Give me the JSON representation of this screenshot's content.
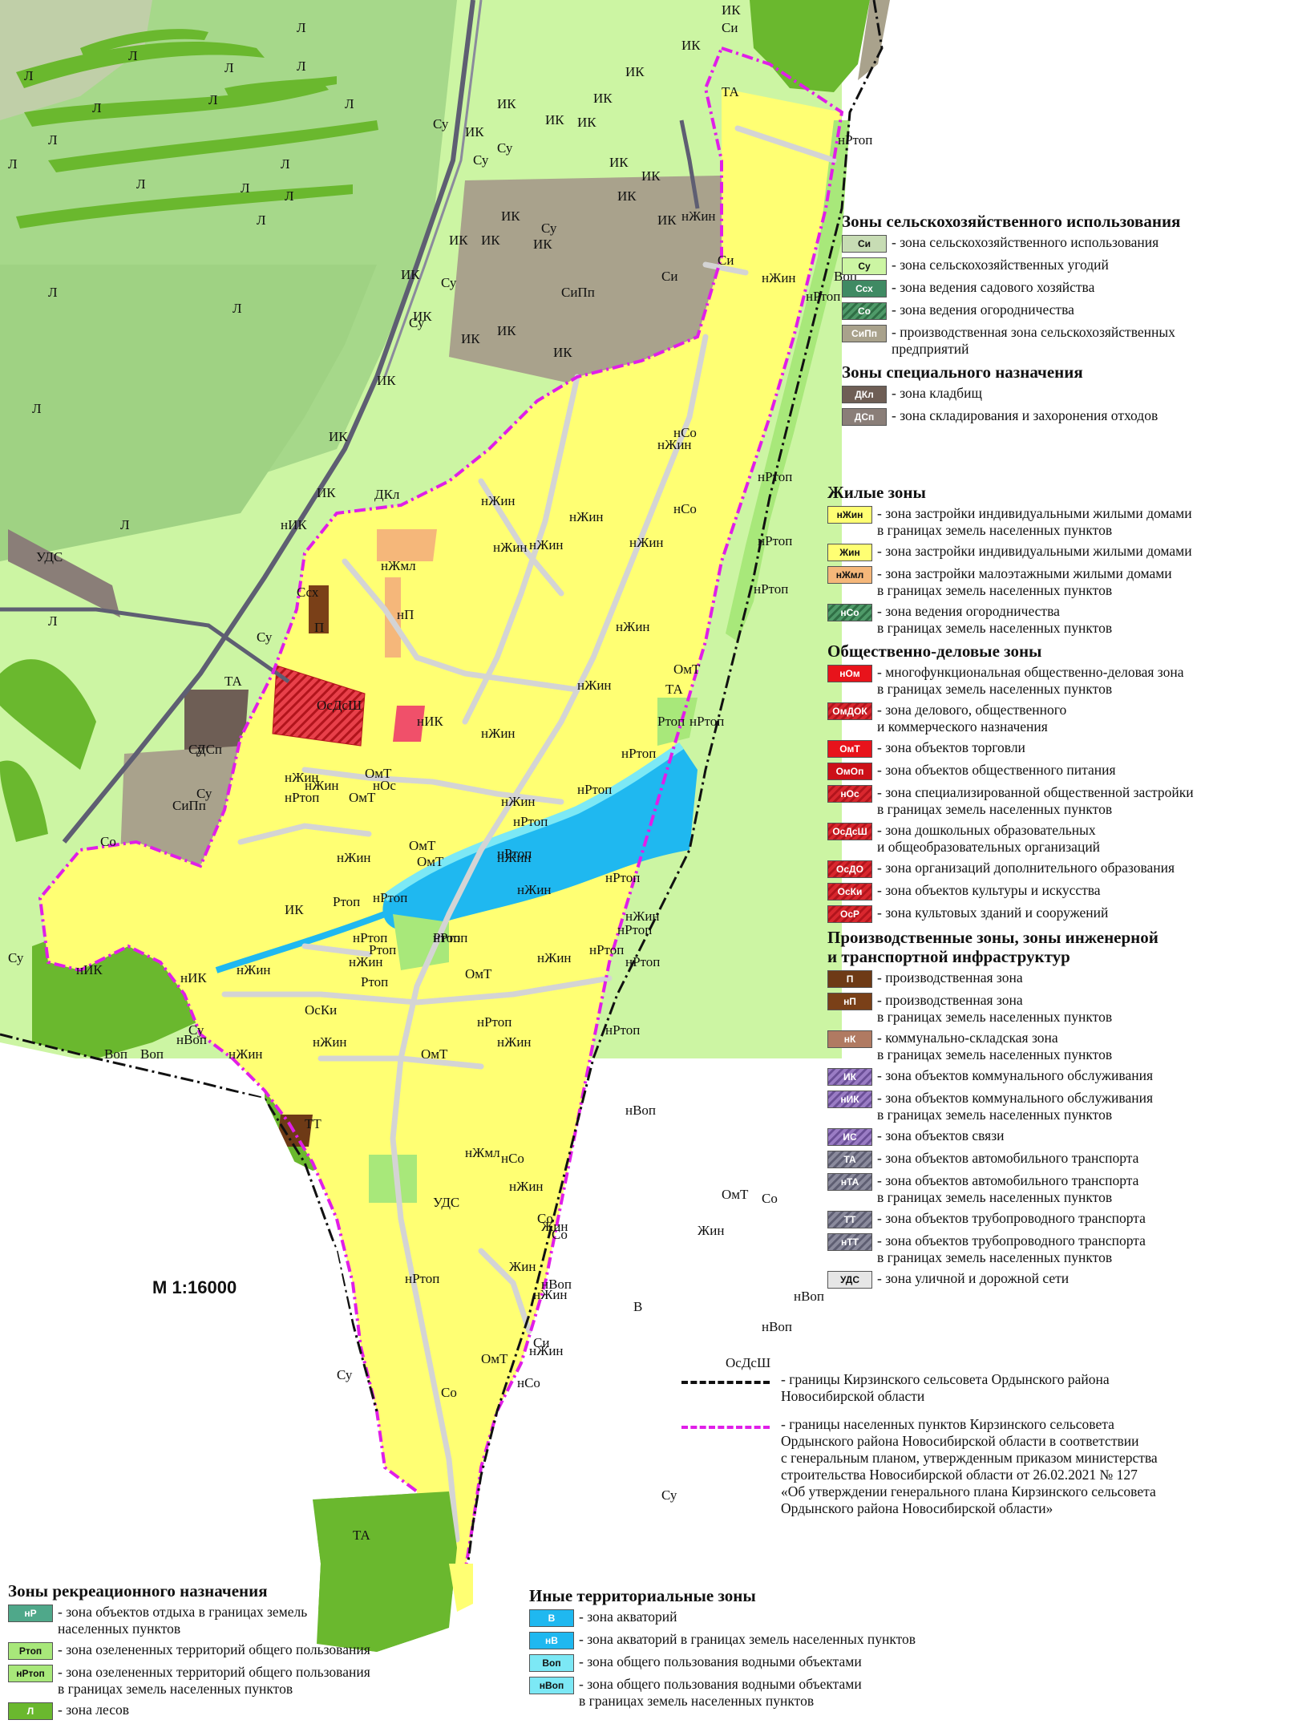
{
  "scale_label": "М 1:16000",
  "legend": {
    "agri": {
      "title": "Зоны сельскохозяйственного использования",
      "items": [
        {
          "code": "Си",
          "text": "- зона сельскохозяйственного использования",
          "color": "#c7dcb4"
        },
        {
          "code": "Су",
          "text": "- зона сельскохозяйственных угодий",
          "color": "#ccf5a3"
        },
        {
          "code": "Ссх",
          "text": "- зона ведения садового хозяйства",
          "color": "#3f8a63"
        },
        {
          "code": "Со",
          "text": "- зона ведения огородничества",
          "color": "#4f9a69"
        },
        {
          "code": "СиПп",
          "text": "- производственная зона сельскохозяйственных\nпредприятий",
          "color": "#a9a28c"
        }
      ]
    },
    "special": {
      "title": "Зоны специального назначения",
      "items": [
        {
          "code": "ДКл",
          "text": "- зона кладбищ",
          "color": "#6e5e55"
        },
        {
          "code": "ДСп",
          "text": "- зона складирования и захоронения отходов",
          "color": "#8a7e78"
        }
      ]
    },
    "residential": {
      "title": "Жилые зоны",
      "items": [
        {
          "code": "нЖин",
          "text": "- зона застройки индивидуальными жилыми домами\nв границах земель населенных пунктов",
          "color": "#ffff73"
        },
        {
          "code": "Жин",
          "text": "- зона застройки индивидуальными жилыми домами",
          "color": "#ffff73"
        },
        {
          "code": "нЖмл",
          "text": "- зона застройки малоэтажными жилыми домами\nв границах земель населенных пунктов",
          "color": "#f5b77a"
        },
        {
          "code": "нСо",
          "text": "- зона ведения огородничества\nв границах земель населенных пунктов",
          "color": "#4f9a69"
        }
      ]
    },
    "business": {
      "title": "Общественно-деловые зоны",
      "items": [
        {
          "code": "нОм",
          "text": "- многофункциональная общественно-деловая зона\nв границах земель населенных пунктов",
          "color": "#e8131b"
        },
        {
          "code": "ОмДОК",
          "text": "- зона делового, общественного\nи коммерческого назначения",
          "color": "#d9272e"
        },
        {
          "code": "ОмТ",
          "text": "- зона объектов торговли",
          "color": "#e8131b"
        },
        {
          "code": "ОмОп",
          "text": "- зона объектов общественного питания",
          "color": "#cc1018"
        },
        {
          "code": "нОс",
          "text": "- зона специализированной общественной застройки\nв границах земель населенных пунктов",
          "color": "#f0506a"
        },
        {
          "code": "ОсДсШ",
          "text": "- зона дошкольных образовательных\nи общеобразовательных организаций",
          "color": "#d9272e"
        },
        {
          "code": "ОсДО",
          "text": "- зона организаций дополнительного образования",
          "color": "#e8516b"
        },
        {
          "code": "ОсКи",
          "text": "- зона объектов культуры и искусства",
          "color": "#e8516b"
        },
        {
          "code": "ОсР",
          "text": "- зона культовых зданий и сооружений",
          "color": "#e8516b"
        }
      ]
    },
    "industrial": {
      "title": "Производственные зоны, зоны инженерной\nи транспортной инфраструктур",
      "items": [
        {
          "code": "П",
          "text": "- производственная зона",
          "color": "#6e3a16"
        },
        {
          "code": "нП",
          "text": "- производственная зона\nв границах земель населенных пунктов",
          "color": "#7a4018"
        },
        {
          "code": "нК",
          "text": "- коммунально-складская зона\nв границах земель населенных пунктов",
          "color": "#b07a62"
        },
        {
          "code": "ИК",
          "text": "- зона объектов коммунального обслуживания",
          "color": "#8a6cb4"
        },
        {
          "code": "нИК",
          "text": "- зона объектов коммунального обслуживания\nв границах земель населенных пунктов",
          "color": "#8a6cb4"
        },
        {
          "code": "ИС",
          "text": "- зона объектов связи",
          "color": "#8a6cb4"
        },
        {
          "code": "ТА",
          "text": "- зона объектов автомобильного транспорта",
          "color": "#6e6e84"
        },
        {
          "code": "нТА",
          "text": "- зона объектов автомобильного транспорта\nв границах земель населенных пунктов",
          "color": "#6e6e84"
        },
        {
          "code": "ТТ",
          "text": "- зона объектов трубопроводного транспорта",
          "color": "#6e6e84"
        },
        {
          "code": "нТТ",
          "text": "- зона объектов трубопроводного транспорта\nв границах земель населенных пунктов",
          "color": "#6e6e84"
        },
        {
          "code": "УДС",
          "text": "- зона уличной и дорожной сети",
          "color": "#e6e6e6"
        }
      ]
    },
    "boundaries": [
      {
        "text": "- границы Кирзинского сельсовета Ордынского района\nНовосибирской области",
        "color": "#111111"
      },
      {
        "text": "- границы населенных пунктов Кирзинского сельсовета\nОрдынского района Новосибирской области в соответствии\nс генеральным планом, утвержденным приказом министерства\nстроительства Новосибирской области от 26.02.2021 № 127\n«Об утверждении генерального плана Кирзинского сельсовета\nОрдынского района Новосибирской области»",
        "color": "#e01ee8"
      }
    ],
    "recreation": {
      "title": "Зоны рекреационного назначения",
      "items": [
        {
          "code": "нР",
          "text": "- зона объектов отдыха в границах земель\nнаселенных пунктов",
          "color": "#4fa88a"
        },
        {
          "code": "Ртоп",
          "text": "- зона озелененных территорий общего пользования",
          "color": "#a8e87a"
        },
        {
          "code": "нРтоп",
          "text": "- зона озелененных территорий общего пользования\nв границах земель населенных пунктов",
          "color": "#a8e87a"
        },
        {
          "code": "Л",
          "text": "- зона лесов",
          "color": "#6ab82e"
        }
      ]
    },
    "other": {
      "title": "Иные территориальные зоны",
      "items": [
        {
          "code": "В",
          "text": "- зона акваторий",
          "color": "#1fb8f0"
        },
        {
          "code": "нВ",
          "text": "- зона акваторий в границах земель населенных пунктов",
          "color": "#1fb8f0"
        },
        {
          "code": "Воп",
          "text": "- зона общего пользования водными объектами",
          "color": "#7ce8f5"
        },
        {
          "code": "нВоп",
          "text": "- зона общего пользования водными объектами\nв границах земель населенных пунктов",
          "color": "#7ce8f5"
        }
      ]
    }
  },
  "map_labels": [
    "Л",
    "Л",
    "Л",
    "Л",
    "Л",
    "Л",
    "Л",
    "Л",
    "Л",
    "Л",
    "Л",
    "Л",
    "Л",
    "Л",
    "Л",
    "Л",
    "Л",
    "Л",
    "Л",
    "Л",
    "ИК",
    "ИК",
    "ИК",
    "ИК",
    "ИК",
    "ИК",
    "ИК",
    "ИК",
    "ИК",
    "ИК",
    "ИК",
    "ИК",
    "ИК",
    "ИК",
    "ИК",
    "ИК",
    "ИК",
    "ИК",
    "ИК",
    "ИК",
    "ИК",
    "ИК",
    "ИК",
    "ИК",
    "ИК",
    "Су",
    "Су",
    "Су",
    "Су",
    "Су",
    "Су",
    "Су",
    "Су",
    "Су",
    "Су",
    "Су",
    "Си",
    "Си",
    "Си",
    "Си",
    "СиПп",
    "СиПп",
    "ТА",
    "ТА",
    "ТА",
    "ТА",
    "Ртоп",
    "Ртоп",
    "Ртоп",
    "Ртоп",
    "Ртоп",
    "Воп",
    "Воп",
    "Воп",
    "нРтоп",
    "нРтоп",
    "нРтоп",
    "нРтоп",
    "нРтоп",
    "нРтоп",
    "нРтоп",
    "нРтоп",
    "нРтоп",
    "нРтоп",
    "нРтоп",
    "нРтоп",
    "нРтоп",
    "нРтоп",
    "нРтоп",
    "нРтоп",
    "нРтоп",
    "нРтоп",
    "нРтоп",
    "нРтоп",
    "нРтоп",
    "нЖин",
    "нЖин",
    "нЖин",
    "нЖин",
    "нЖин",
    "нЖин",
    "нЖин",
    "нЖин",
    "нЖин",
    "нЖин",
    "нЖин",
    "нЖин",
    "нЖин",
    "нЖин",
    "нЖин",
    "нЖин",
    "нЖин",
    "нЖин",
    "нЖин",
    "нЖин",
    "нЖин",
    "нЖин",
    "нЖин",
    "нЖин",
    "нЖин",
    "нЖин",
    "нЖин",
    "нСо",
    "нСо",
    "нСо",
    "нСо",
    "ОмТ",
    "ОмТ",
    "ОмТ",
    "ОмТ",
    "ОмТ",
    "ОмТ",
    "ОмТ",
    "ОмТ",
    "ОмТ",
    "ОсДсШ",
    "ОсДсШ",
    "ОсКи",
    "нОс",
    "нИК",
    "нИК",
    "нИК",
    "нИК",
    "нЖмл",
    "нЖмл",
    "нП",
    "П",
    "ТТ",
    "Ссх",
    "ДКл",
    "ДСп",
    "УДС",
    "УДС",
    "Со",
    "Со",
    "Со",
    "Со",
    "Со",
    "Жин",
    "Жин",
    "Жин",
    "нВоп",
    "нВоп",
    "нВоп",
    "нВоп",
    "нВоп",
    "В",
    "Су",
    "Су"
  ]
}
